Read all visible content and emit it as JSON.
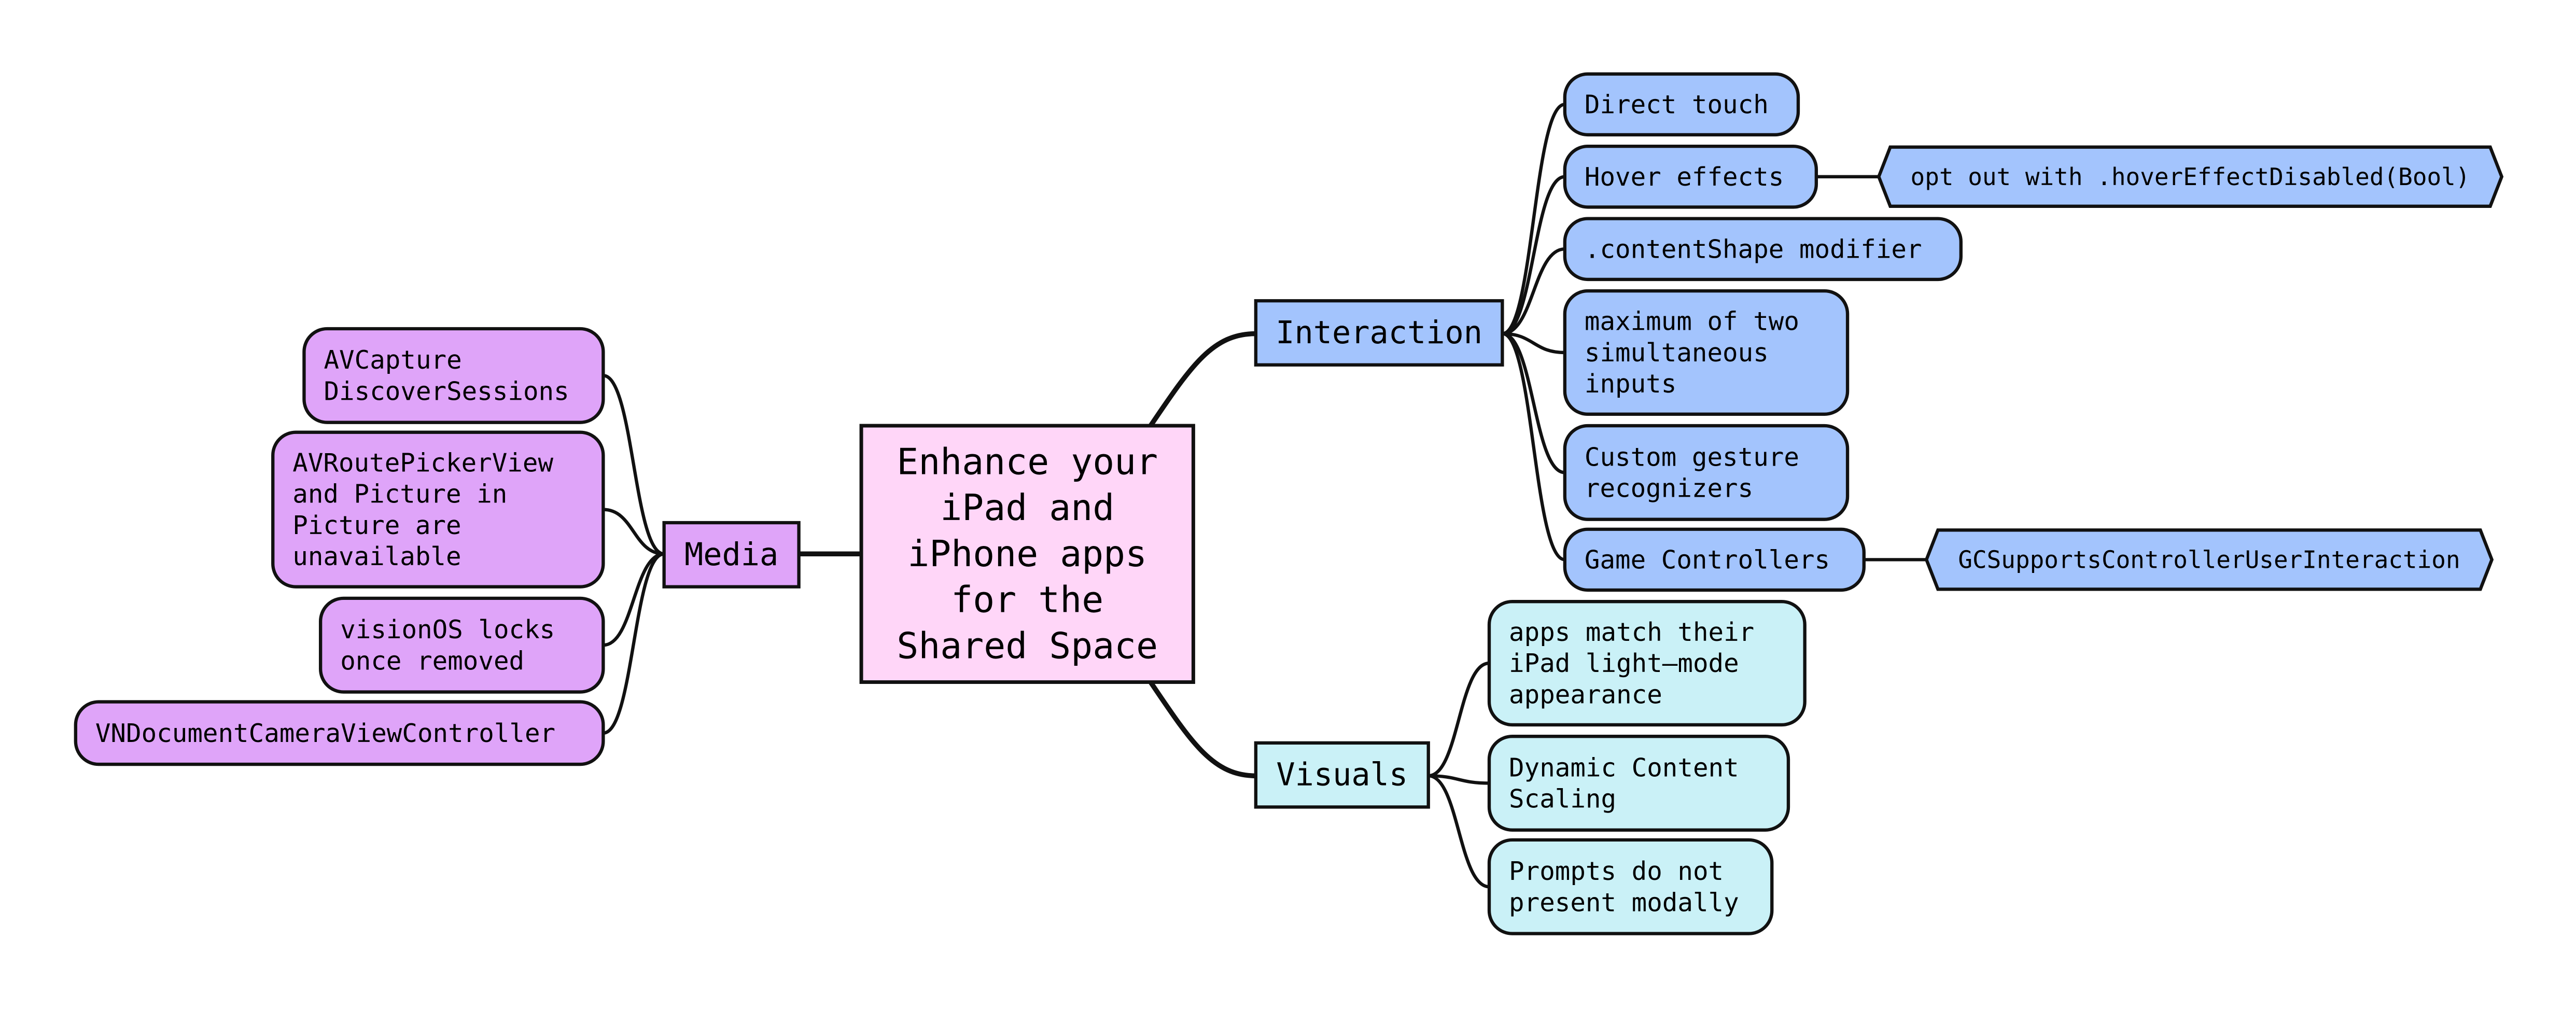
{
  "colors": {
    "root": "#ffd6f8",
    "media": "#dfa4f9",
    "interaction": "#a3c4fd",
    "visuals": "#caf1f7",
    "stroke": "#111111",
    "background": "#ffffff"
  },
  "root": {
    "lines": [
      "Enhance your",
      "iPad and",
      "iPhone apps",
      "for the",
      "Shared Space"
    ]
  },
  "media": {
    "label": "Media",
    "children": [
      {
        "lines": [
          "AVCapture",
          "DiscoverSessions"
        ]
      },
      {
        "lines": [
          "AVRoutePickerView",
          "and Picture in",
          "Picture are",
          "unavailable"
        ]
      },
      {
        "lines": [
          "visionOS locks",
          "once removed"
        ]
      },
      {
        "lines": [
          "VNDocumentCameraViewController"
        ]
      }
    ]
  },
  "interaction": {
    "label": "Interaction",
    "children": [
      {
        "lines": [
          "Direct touch"
        ]
      },
      {
        "lines": [
          "Hover effects"
        ],
        "note": "opt out with .hoverEffectDisabled(Bool)"
      },
      {
        "lines": [
          ".contentShape modifier"
        ]
      },
      {
        "lines": [
          "maximum of two",
          "simultaneous",
          "inputs"
        ]
      },
      {
        "lines": [
          "Custom gesture",
          "recognizers"
        ]
      },
      {
        "lines": [
          "Game Controllers"
        ],
        "note": "GCSupportsControllerUserInteraction"
      }
    ]
  },
  "visuals": {
    "label": "Visuals",
    "children": [
      {
        "lines": [
          "apps match their",
          "iPad light–mode",
          "appearance"
        ]
      },
      {
        "lines": [
          "Dynamic Content",
          "Scaling"
        ]
      },
      {
        "lines": [
          "Prompts do not",
          "present modally"
        ]
      }
    ]
  }
}
